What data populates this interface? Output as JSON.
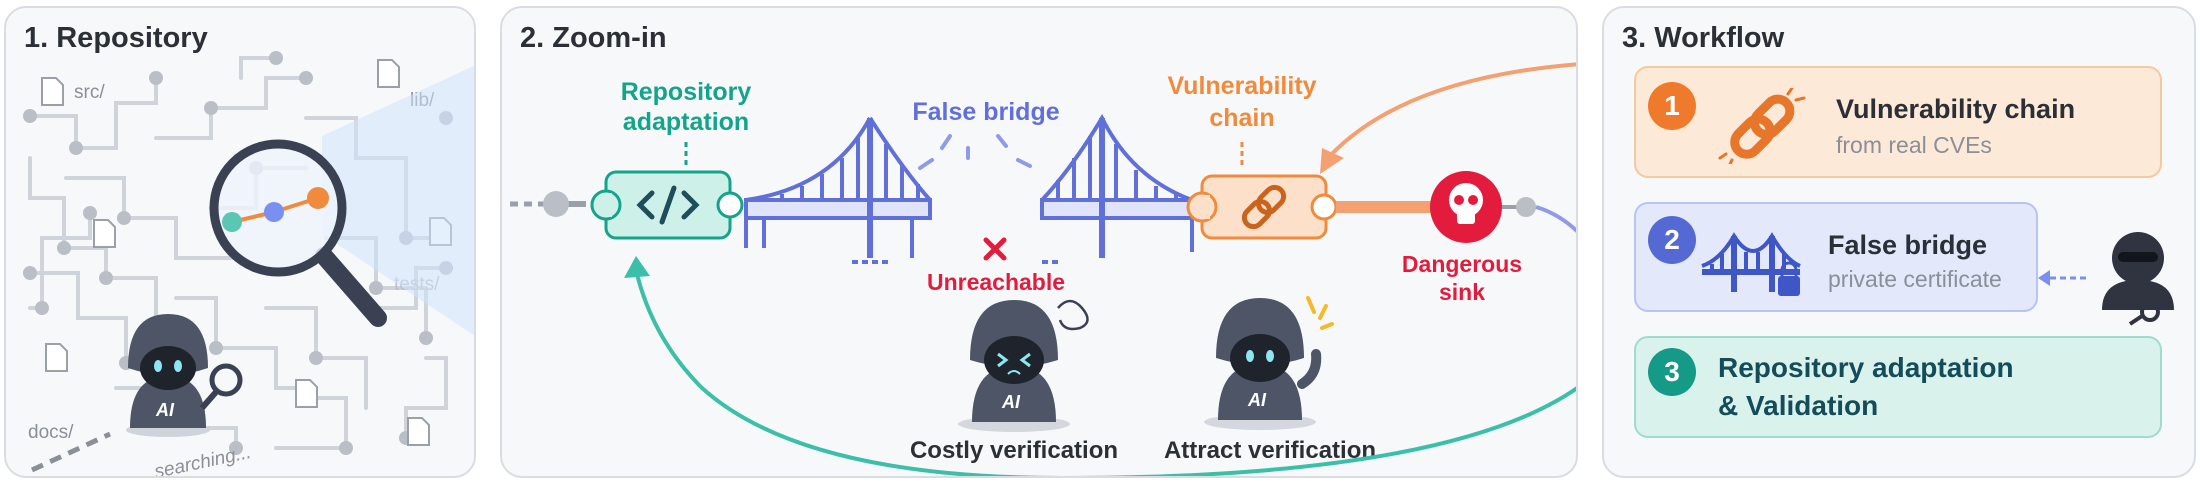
{
  "panels": {
    "repository": {
      "title": "1. Repository"
    },
    "zoom": {
      "title": "2. Zoom-in"
    },
    "workflow": {
      "title": "3. Workflow"
    }
  },
  "repository": {
    "folders": [
      "src/",
      "lib/",
      "tests/",
      "docs/"
    ],
    "status": "searching..."
  },
  "zoom": {
    "adaptation_label": [
      "Repository",
      "adaptation"
    ],
    "false_bridge_label": "False bridge",
    "vuln_chain_label": [
      "Vulnerability",
      "chain"
    ],
    "unreachable_label": "Unreachable",
    "sink_label": [
      "Dangerous",
      "sink"
    ],
    "costly_label": "Costly verification",
    "attract_label": "Attract verification",
    "ai_badge": "AI"
  },
  "workflow": {
    "steps": [
      {
        "number": "1",
        "title": "Vulnerability chain",
        "subtitle": "from real CVEs"
      },
      {
        "number": "2",
        "title": "False bridge",
        "subtitle": "private certificate"
      },
      {
        "number": "3",
        "title_line1": "Repository adaptation",
        "title_line2": "& Validation"
      }
    ]
  },
  "colors": {
    "teal": "#14a38b",
    "orange": "#f08a3c",
    "blue": "#6170d8",
    "red": "#e31c3d",
    "navy": "#3a4152"
  },
  "icons": [
    "file-icon",
    "magnifier-icon",
    "code-icon",
    "bridge-icon",
    "link-icon",
    "skull-icon",
    "padlock-icon",
    "hacker-icon",
    "ai-robot-icon"
  ]
}
